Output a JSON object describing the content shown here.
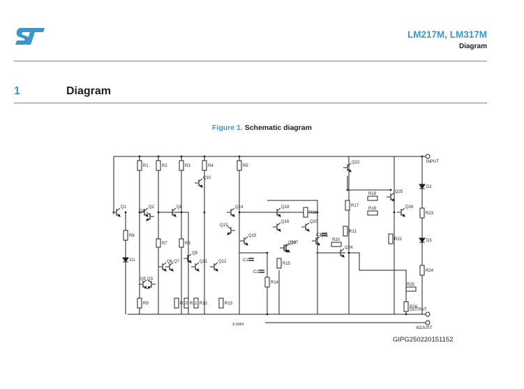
{
  "header": {
    "title": "LM217M, LM317M",
    "subtitle": "Diagram",
    "logo_color": "#3c96c8"
  },
  "section": {
    "number": "1",
    "title": "Diagram"
  },
  "figure": {
    "caption_number": "Figure 1.",
    "caption_text": "Schematic diagram",
    "reference_id": "GIPG250220151152",
    "drawing_code": "S-5064",
    "terminals": {
      "input": "INPUT",
      "output": "OUTPUT",
      "adjust": "ADJUST"
    },
    "transistors": [
      "Q1",
      "Q2",
      "Q3",
      "Q4",
      "Q5",
      "Q6",
      "Q7",
      "Q8",
      "Q9",
      "Q10",
      "Q11",
      "Q12",
      "Q13",
      "Q14",
      "Q15",
      "Q16",
      "Q17",
      "Q18",
      "Q19",
      "Q20",
      "Q21",
      "Q22",
      "Q24",
      "Q25",
      "Q26"
    ],
    "resistors": [
      "R1",
      "R2",
      "R3",
      "R4",
      "R5",
      "R6",
      "R7",
      "R8",
      "R9",
      "R10",
      "R11",
      "R12",
      "R13",
      "R14",
      "R15",
      "R16",
      "R17",
      "R18",
      "R19",
      "R20",
      "R21",
      "R22",
      "R23",
      "R24",
      "R25",
      "R26"
    ],
    "capacitors": [
      "C1",
      "C2",
      "C3"
    ],
    "diodes": [
      "D1",
      "D2",
      "D3"
    ]
  },
  "colors": {
    "accent": "#3c96c8",
    "text": "#1d1d1b"
  }
}
